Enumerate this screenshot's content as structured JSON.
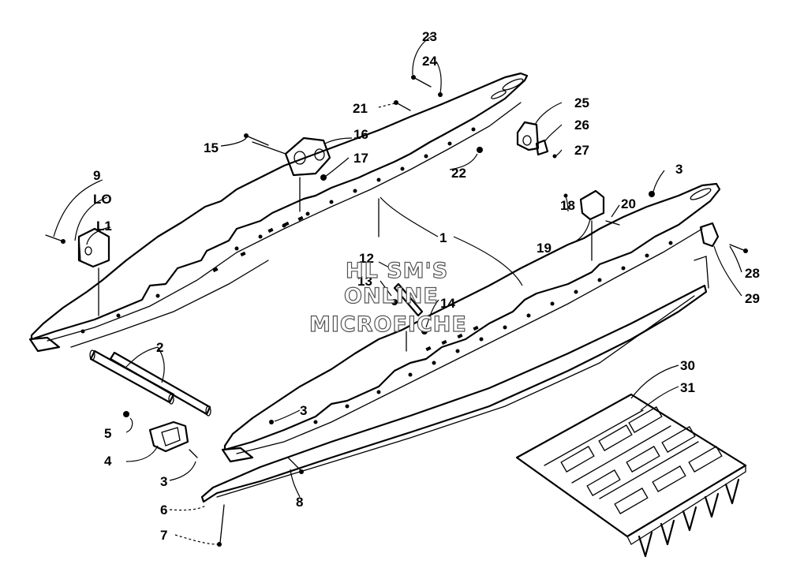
{
  "watermark": {
    "line1": "HL SM'S",
    "line2": "ONLINE",
    "line3": "MICROFICHE"
  },
  "callouts": [
    "1",
    "2",
    "3",
    "3",
    "3",
    "4",
    "5",
    "6",
    "7",
    "8",
    "9",
    "LO",
    "L1",
    "12",
    "13",
    "14",
    "15",
    "16",
    "17",
    "18",
    "19",
    "20",
    "21",
    "22",
    "23",
    "24",
    "25",
    "26",
    "27",
    "28",
    "29",
    "30",
    "31"
  ]
}
